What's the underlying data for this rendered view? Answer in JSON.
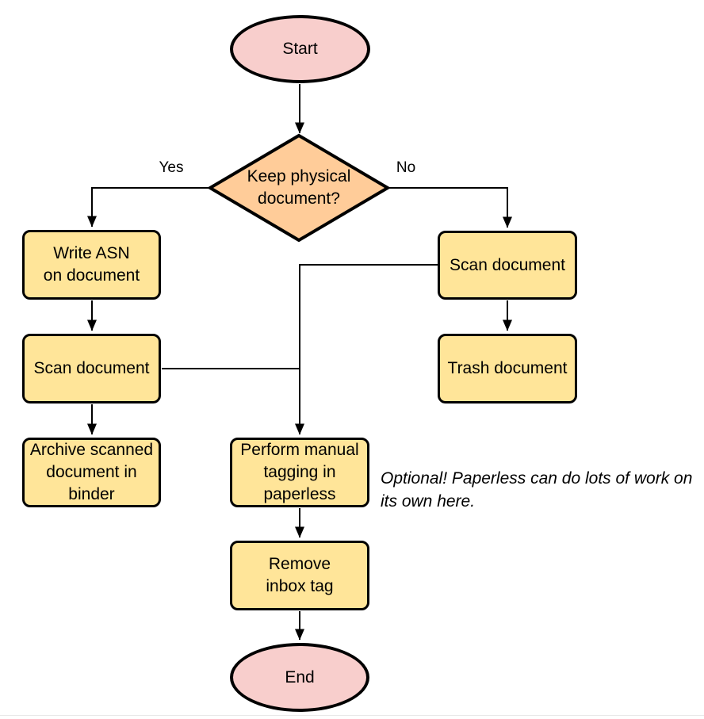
{
  "diagram": {
    "nodes": {
      "start": {
        "label": "Start",
        "type": "terminal"
      },
      "decision": {
        "label": "Keep physical\ndocument?",
        "type": "decision"
      },
      "write_asn": {
        "label": "Write ASN\non document",
        "type": "process"
      },
      "scan_left": {
        "label": "Scan document",
        "type": "process"
      },
      "archive": {
        "label": "Archive scanned\ndocument in\nbinder",
        "type": "process"
      },
      "scan_right": {
        "label": "Scan document",
        "type": "process"
      },
      "trash": {
        "label": "Trash document",
        "type": "process"
      },
      "tagging": {
        "label": "Perform manual\ntagging in\npaperless",
        "type": "process"
      },
      "remove_inbox": {
        "label": "Remove\ninbox tag",
        "type": "process"
      },
      "end": {
        "label": "End",
        "type": "terminal"
      }
    },
    "edge_labels": {
      "yes": "Yes",
      "no": "No"
    },
    "annotation": "Optional! Paperless can do lots of work on\nits own here.",
    "colors": {
      "terminal_fill": "#f8cecc",
      "decision_fill": "#ffcc99",
      "process_fill": "#ffe599",
      "stroke": "#000000",
      "background": "#ffffff"
    }
  }
}
